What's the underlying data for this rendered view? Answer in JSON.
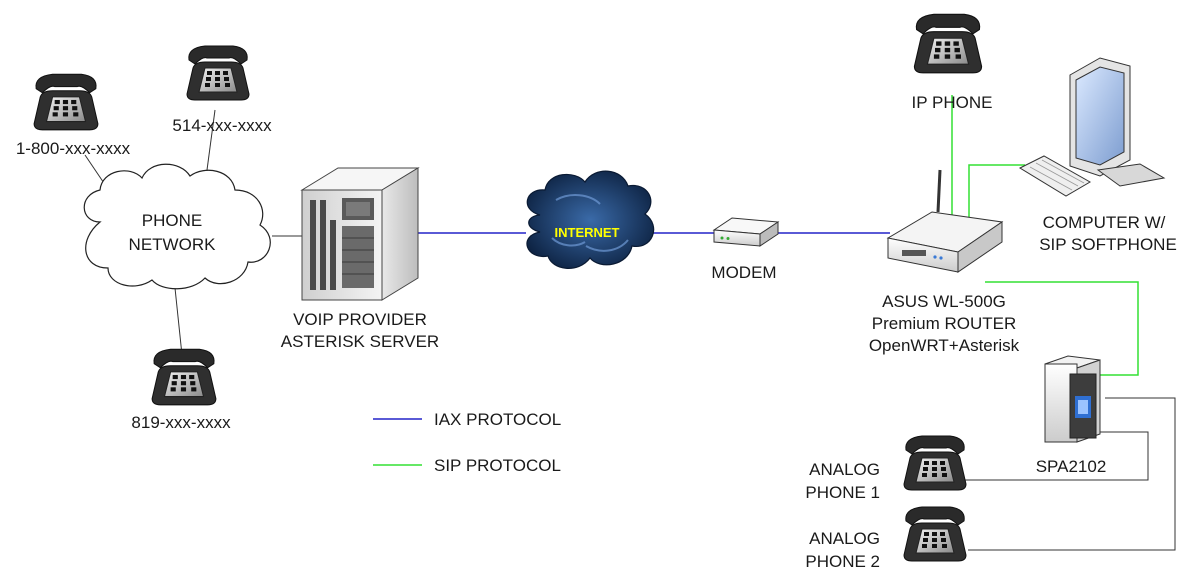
{
  "diagram": {
    "phones": {
      "tollfree": "1-800-xxx-xxxx",
      "p514": "514-xxx-xxxx",
      "p819": "819-xxx-xxxx"
    },
    "cloud": {
      "line1": "PHONE",
      "line2": "NETWORK"
    },
    "server": {
      "line1": "VOIP PROVIDER",
      "line2": "ASTERISK SERVER"
    },
    "internet": "INTERNET",
    "modem": "MODEM",
    "router": {
      "line1": "ASUS WL-500G",
      "line2": "Premium ROUTER",
      "line3": "OpenWRT+Asterisk"
    },
    "ip_phone": "IP PHONE",
    "computer": {
      "line1": "COMPUTER W/",
      "line2": "SIP SOFTPHONE"
    },
    "spa": "SPA2102",
    "analog1": {
      "line1": "ANALOG",
      "line2": "PHONE 1"
    },
    "analog2": {
      "line1": "ANALOG",
      "line2": "PHONE 2"
    },
    "legend": [
      {
        "label": "IAX PROTOCOL",
        "color": "#2323c8"
      },
      {
        "label": "SIP PROTOCOL",
        "color": "#33e033"
      }
    ]
  }
}
